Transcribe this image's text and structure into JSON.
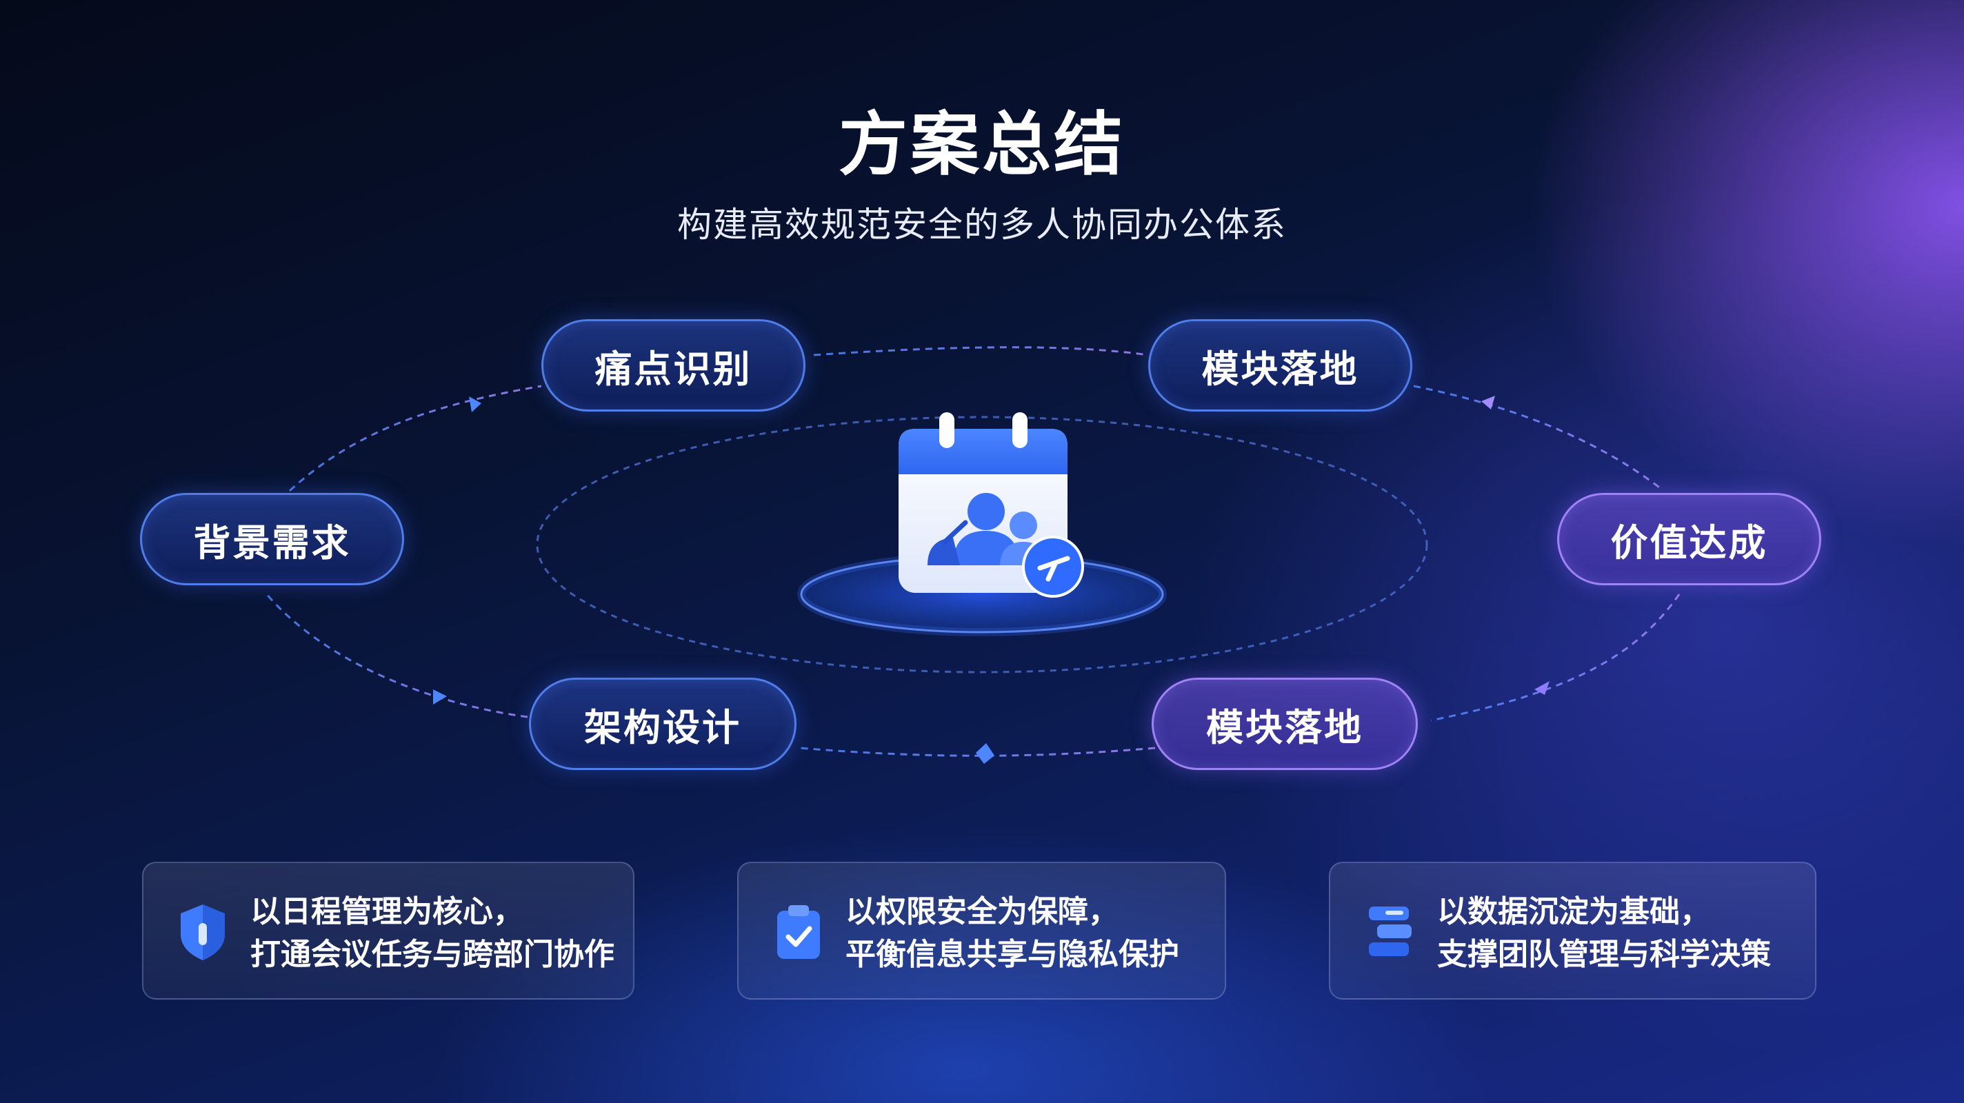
{
  "header": {
    "title": "方案总结",
    "subtitle": "构建高效规范安全的多人协同办公体系"
  },
  "nodes": {
    "pain": "痛点识别",
    "module_top": "模块落地",
    "background": "背景需求",
    "value": "价值达成",
    "architecture": "架构设计",
    "module_bottom": "模块落地"
  },
  "center_icon": "calendar-team-icon",
  "cards": [
    {
      "icon": "shield-icon",
      "line1": "以日程管理为核心，",
      "line2": "打通会议任务与跨部门协作"
    },
    {
      "icon": "clipboard-check-icon",
      "line1": "以权限安全为保障，",
      "line2": "平衡信息共享与隐私保护"
    },
    {
      "icon": "database-icon",
      "line1": "以数据沉淀为基础，",
      "line2": "支撑团队管理与科学决策"
    }
  ],
  "colors": {
    "accent_blue": "#3f7bff",
    "accent_violet": "#9b7cff",
    "background_dark": "#060b1c"
  }
}
